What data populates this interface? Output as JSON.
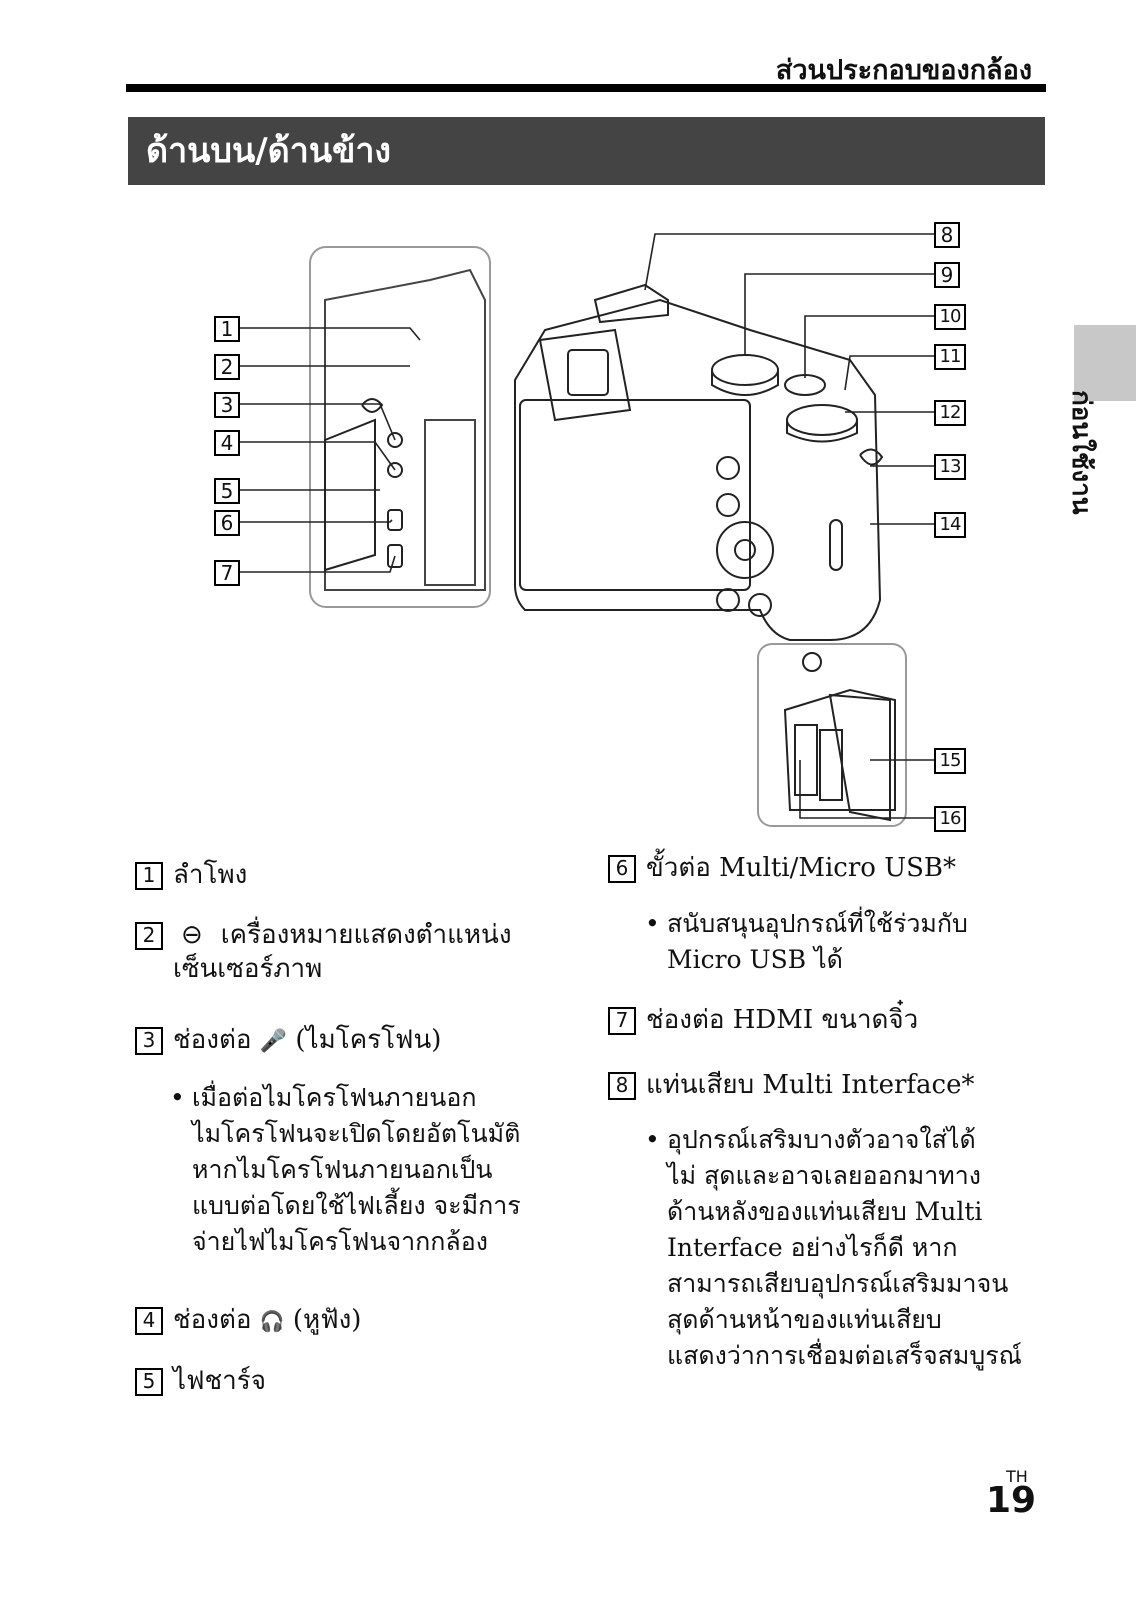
{
  "header": {
    "text": "ส่วนประกอบของกล้อง"
  },
  "section": {
    "title": "ด้านบน/ด้านข้าง"
  },
  "side_tab": {
    "text": "ก่อนใช้งาน"
  },
  "callouts": [
    "1",
    "2",
    "3",
    "4",
    "5",
    "6",
    "7",
    "8",
    "9",
    "10",
    "11",
    "12",
    "13",
    "14",
    "15",
    "16"
  ],
  "left_items": [
    {
      "num": "1",
      "text": "ลำโพง"
    },
    {
      "num": "2",
      "glyph": "⊖",
      "lines": [
        "เครื่องหมายแสดงตำแหน่ง",
        "เซ็นเซอร์ภาพ"
      ]
    },
    {
      "num": "3",
      "prefix": "ช่องต่อ",
      "glyph": "🎤",
      "suffix": "(ไมโครโฟน)"
    },
    {
      "num": "4",
      "prefix": "ช่องต่อ",
      "glyph": "🎧",
      "suffix": "(หูฟัง)"
    },
    {
      "num": "5",
      "text": "ไฟชาร์จ"
    }
  ],
  "bullet3": [
    "เมื่อต่อไมโครโฟนภายนอก",
    "ไมโครโฟนจะเปิดโดยอัตโนมัติ",
    "หากไมโครโฟนภายนอกเป็น",
    "แบบต่อโดยใช้ไฟเลี้ยง จะมีการ",
    "จ่ายไฟไมโครโฟนจากกล้อง"
  ],
  "right_items": [
    {
      "num": "6",
      "text": "ขั้วต่อ Multi/Micro USB*"
    },
    {
      "num": "7",
      "text": "ช่องต่อ HDMI ขนาดจิ๋ว"
    },
    {
      "num": "8",
      "text": "แท่นเสียบ Multi Interface*"
    }
  ],
  "bullet6": [
    "สนับสนุนอุปกรณ์ที่ใช้ร่วมกับ",
    "Micro USB ได้"
  ],
  "bullet8": [
    "อุปกรณ์เสริมบางตัวอาจใส่ได้",
    "ไม่ สุดและอาจเลยออกมาทาง",
    "ด้านหลังของแท่นเสียบ Multi",
    "Interface   อย่างไรก็ดี หาก",
    "สามารถเสียบอุปกรณ์เสริมมาจน",
    "สุดด้านหน้าของแท่นเสียบ",
    "แสดงว่าการเชื่อมต่อเสร็จสมบูรณ์"
  ],
  "bullet_mark": "•",
  "page": {
    "lang": "TH",
    "number": "19"
  }
}
